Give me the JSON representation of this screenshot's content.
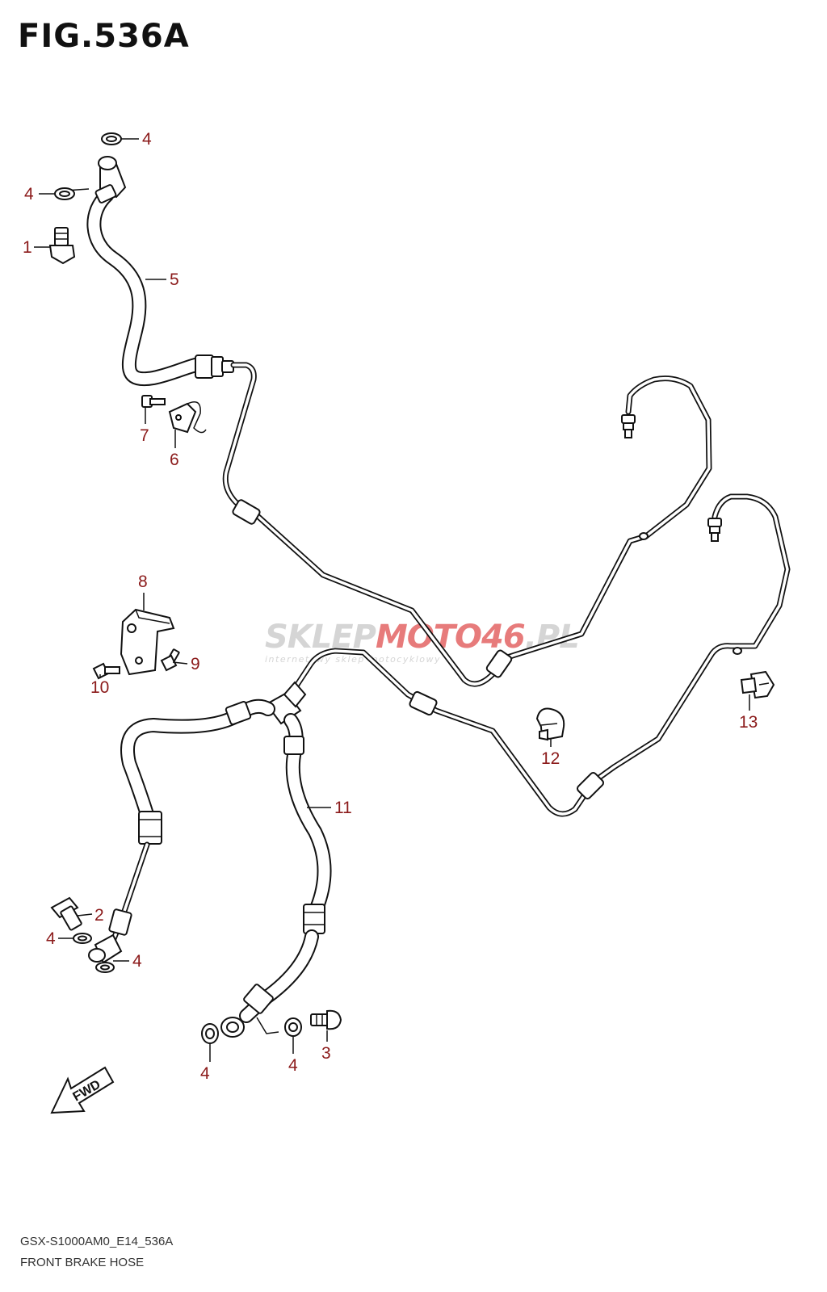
{
  "figure": {
    "title": "FIG.536A"
  },
  "footer": {
    "code": "GSX-S1000AM0_E14_536A",
    "name": "FRONT BRAKE HOSE"
  },
  "watermark": {
    "brand_a": "SKLEP",
    "brand_b": "MOTO",
    "brand_c": "46",
    "brand_d": ".PL",
    "tagline": "internetowy sklep motocyklowy"
  },
  "fwd_label": "FWD",
  "callouts": {
    "c1": "1",
    "c2": "2",
    "c3": "3",
    "c4a": "4",
    "c4b": "4",
    "c4c": "4",
    "c4d": "4",
    "c4e": "4",
    "c4f": "4",
    "c5": "5",
    "c6": "6",
    "c7": "7",
    "c8": "8",
    "c9": "9",
    "c10": "10",
    "c11": "11",
    "c12": "12",
    "c13": "13"
  },
  "colors": {
    "callout": "#8b1a1a",
    "line": "#111111",
    "watermark_red": "#e05050",
    "watermark_grey": "#c8c8c8"
  }
}
